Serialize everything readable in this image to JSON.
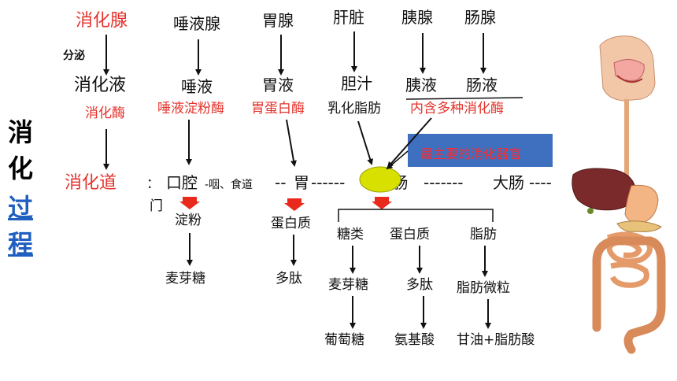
{
  "title_chars": [
    "消",
    "化",
    "过",
    "程"
  ],
  "glands": {
    "header": "消化腺",
    "saliva": "唾液腺",
    "stomach": "胃腺",
    "liver": "肝脏",
    "pancreas": "胰腺",
    "intestine": "肠腺"
  },
  "secrete_label": "分泌",
  "juices": {
    "header": "消化液",
    "saliva": "唾液",
    "stomach": "胃液",
    "liver": "胆汁",
    "pancreas": "胰液",
    "intestine": "肠液"
  },
  "enzymes": {
    "header": "消化酶",
    "saliva": "唾液淀粉酶",
    "stomach": "胃蛋白酶",
    "liver": "乳化脂肪",
    "pancreas_intestine": "内含多种消化酶"
  },
  "callout": "最主要的消化器官",
  "tract": {
    "header": "消化道",
    "colon_mark": "：",
    "mouth": "口腔",
    "pharynx_esophagus": "-咽、食道",
    "dashes1": "--",
    "stomach": "胃",
    "dashes2": "------",
    "small_intestine": "--小肠",
    "dashes3": "-------",
    "large_intestine": "大肠",
    "dashes4": "----",
    "anus": "门"
  },
  "mouth_chain": [
    "淀粉",
    "麦芽糖"
  ],
  "stomach_chain": [
    "蛋白质",
    "多肽"
  ],
  "intestine_chains": [
    [
      "糖类",
      "麦芽糖",
      "葡萄糖"
    ],
    [
      "蛋白质",
      "多肽",
      "氨基酸"
    ],
    [
      "脂肪",
      "脂肪微粒",
      "甘油+脂肪酸"
    ]
  ],
  "colors": {
    "red_text": "#e4322b",
    "callout_bg": "#3f6fbf",
    "callout_text": "#ff2a2a",
    "highlight_oval": "#d8e000",
    "link_blue": "#1f5fbf",
    "arrow_red": "#e8291c"
  }
}
